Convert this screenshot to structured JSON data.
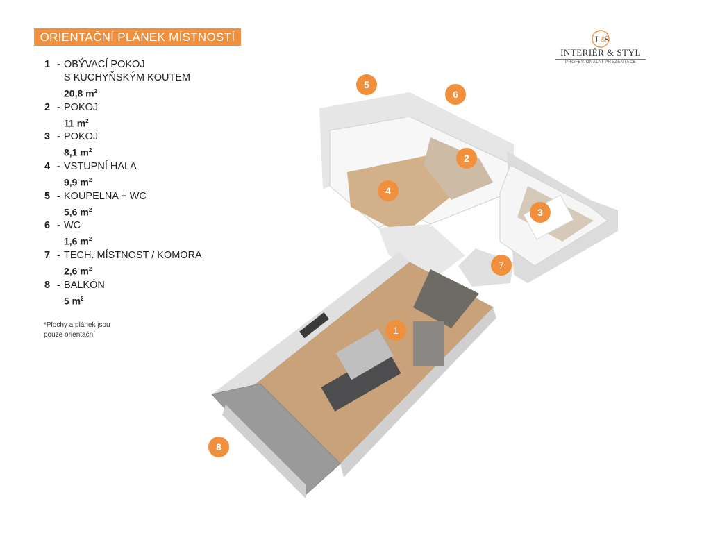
{
  "title": "ORIENTAČNÍ PLÁNEK MÍSTNOSTÍ",
  "logo": {
    "monogram_left": "I",
    "monogram_right": "S",
    "name": "INTERIÉR & STYL",
    "tagline": "PROFESIONÁLNÍ PREZENTACE",
    "accent_color": "#f0903c"
  },
  "rooms": [
    {
      "num": "1",
      "dash": "-",
      "name_line1": "OBÝVACÍ POKOJ",
      "name_line2": "S KUCHYŇSKÝM KOUTEM",
      "area": "20,8 m",
      "area_sup": "2"
    },
    {
      "num": "2",
      "dash": "-",
      "name_line1": "POKOJ",
      "name_line2": "",
      "area": "11 m",
      "area_sup": "2"
    },
    {
      "num": "3",
      "dash": "-",
      "name_line1": "POKOJ",
      "name_line2": "",
      "area": "8,1 m",
      "area_sup": "2"
    },
    {
      "num": "4",
      "dash": "-",
      "name_line1": "VSTUPNÍ HALA",
      "name_line2": "",
      "area": "9,9 m",
      "area_sup": "2"
    },
    {
      "num": "5",
      "dash": "-",
      "name_line1": "KOUPELNA + WC",
      "name_line2": "",
      "area": "5,6 m",
      "area_sup": "2"
    },
    {
      "num": "6",
      "dash": "-",
      "name_line1": "WC",
      "name_line2": "",
      "area": "1,6 m",
      "area_sup": "2"
    },
    {
      "num": "7",
      "dash": "-",
      "name_line1": "TECH. MÍSTNOST  / KOMORA",
      "name_line2": "",
      "area": "2,6 m",
      "area_sup": "2"
    },
    {
      "num": "8",
      "dash": "-",
      "name_line1": "BALKÓN",
      "name_line2": "",
      "area": "5 m",
      "area_sup": "2"
    }
  ],
  "note_line1": "*Plochy  a plánek jsou",
  "note_line2": "pouze orientační",
  "markers": [
    "1",
    "2",
    "3",
    "4",
    "5",
    "6",
    "7",
    "8"
  ],
  "colors": {
    "marker": "#f0903c",
    "floor_wood": "#c9a27a",
    "wall": "#f2f2f2",
    "wall_side": "#d6d6d6",
    "balcony_tile": "#9a9a9a"
  }
}
